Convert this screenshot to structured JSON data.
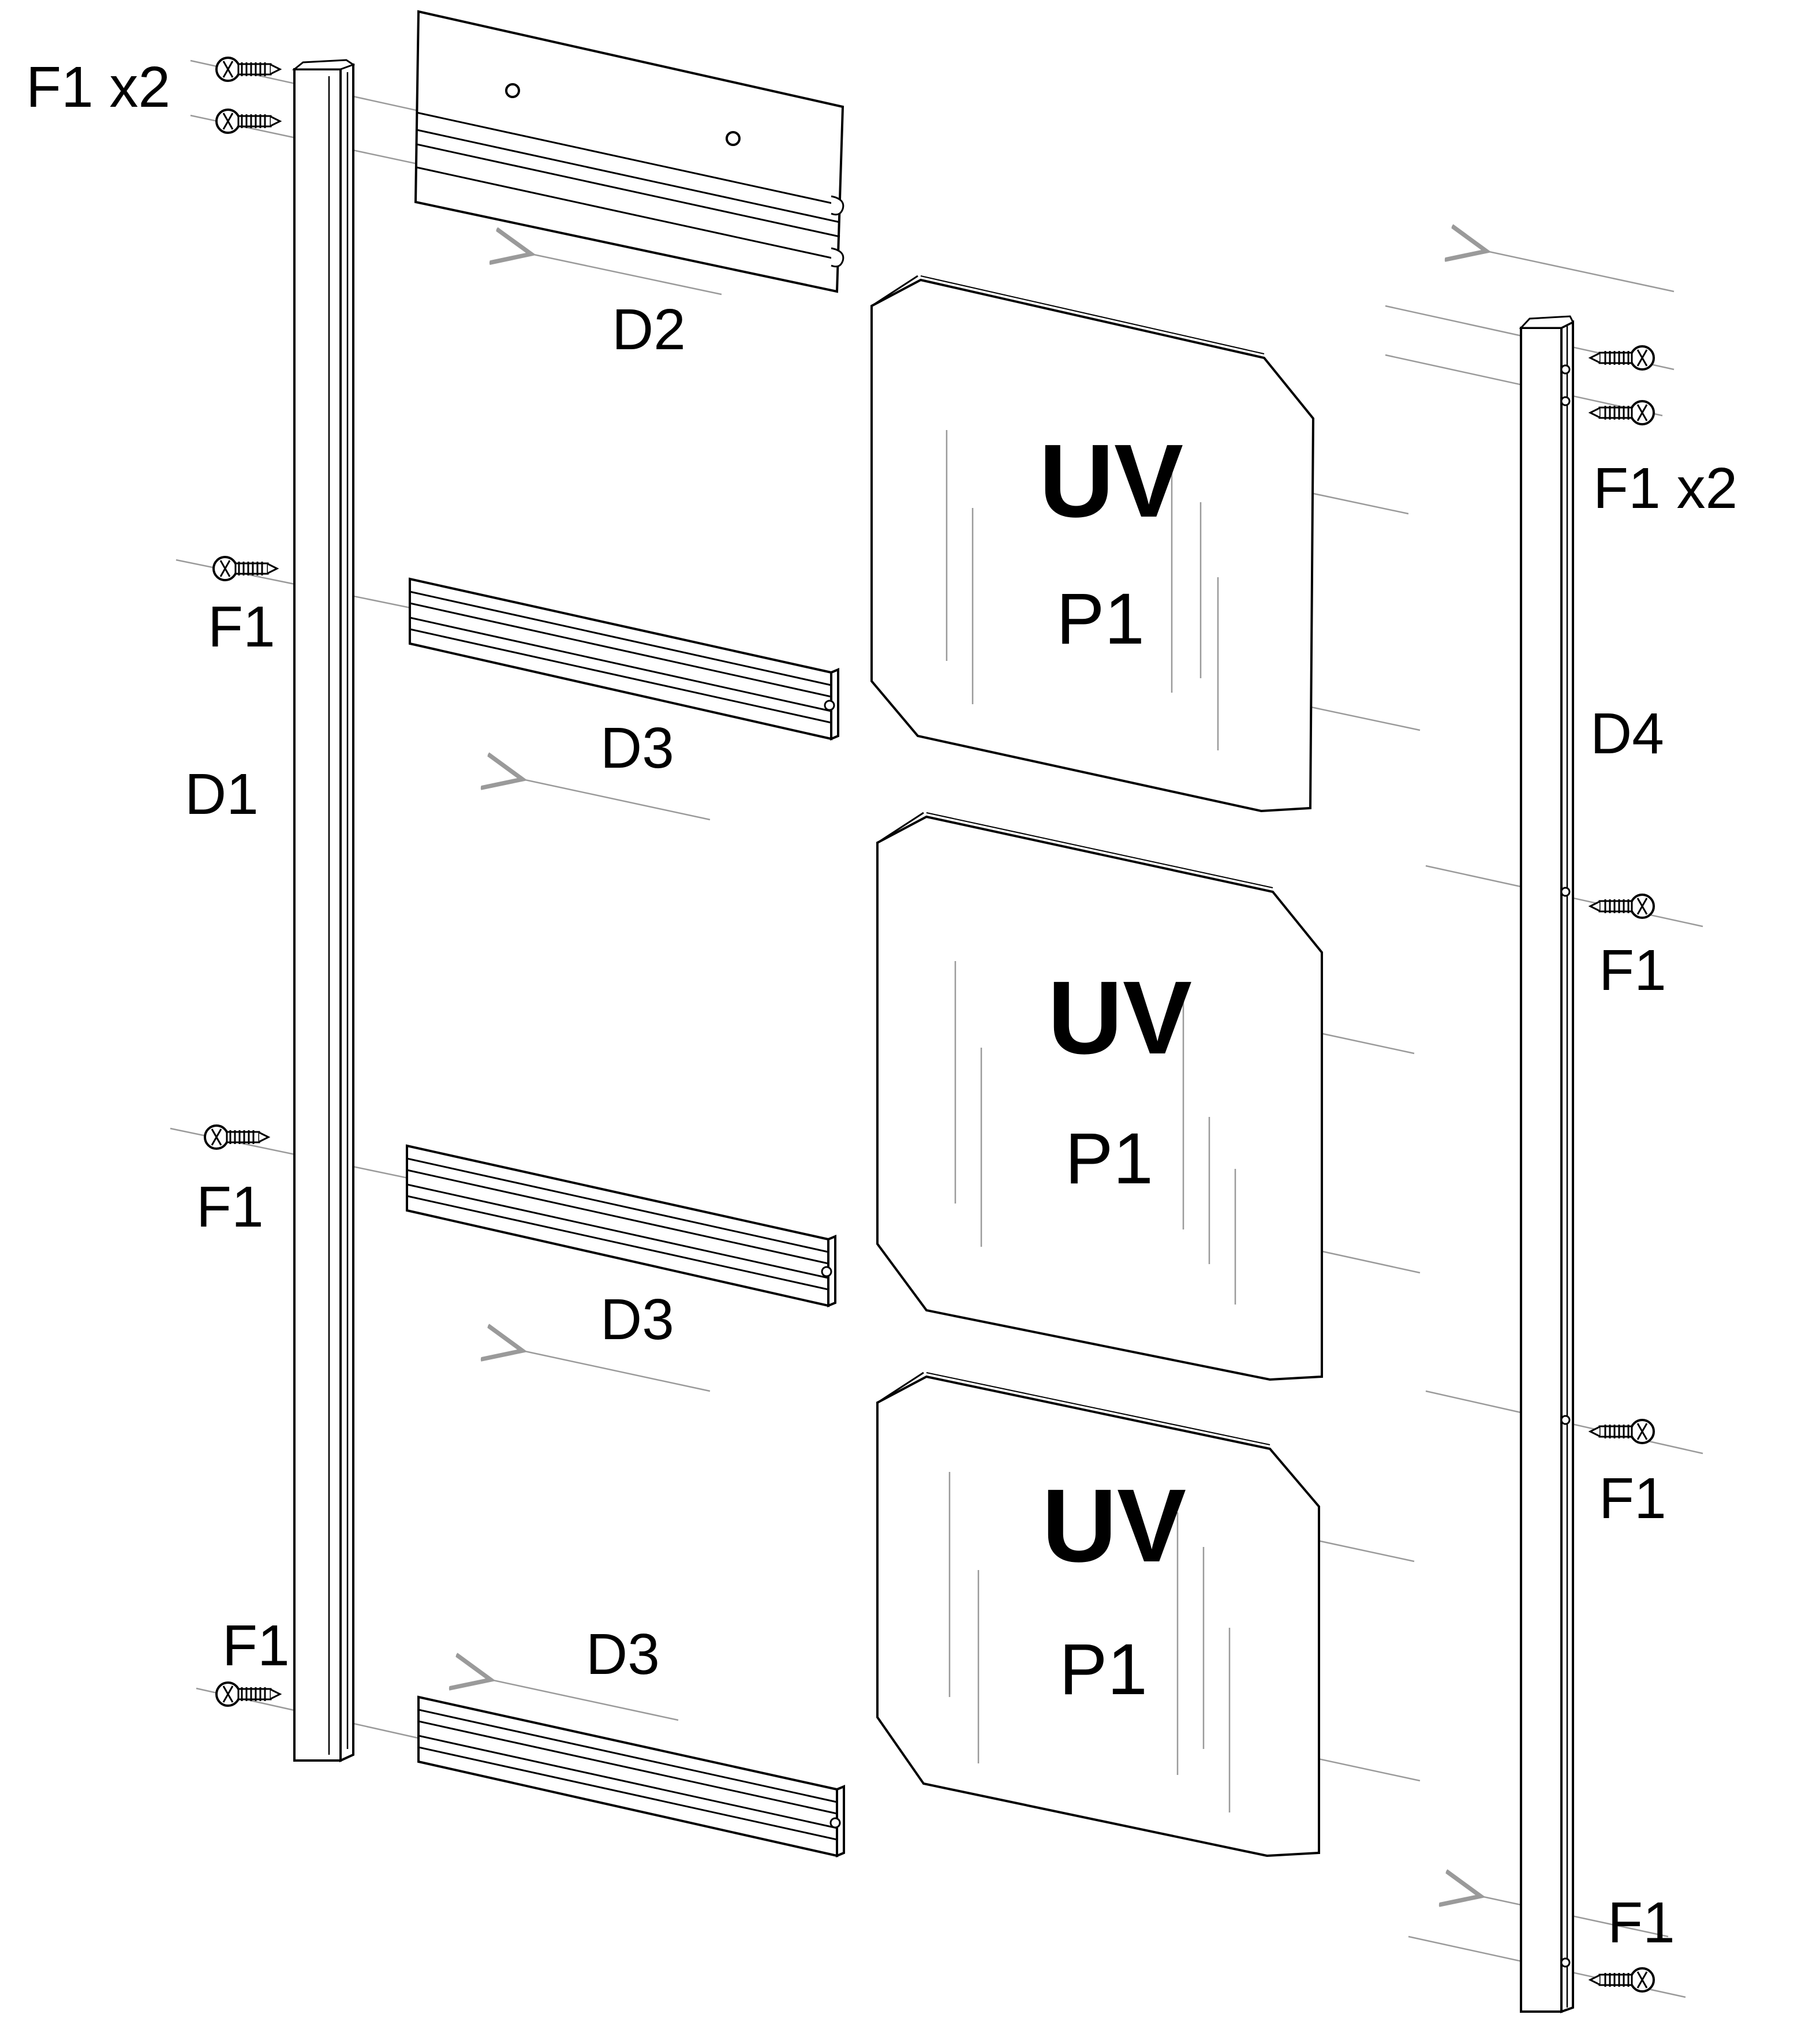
{
  "labels": {
    "f1_x2_top_left": "F1 x2",
    "f1_x2_top_right": "F1 x2",
    "f1": "F1",
    "d1": "D1",
    "d2": "D2",
    "d3": "D3",
    "d4": "D4",
    "uv": "UV",
    "p1": "P1"
  },
  "colors": {
    "line": "#000000",
    "guide": "#9a9a9a",
    "background": "#ffffff"
  },
  "icons": [
    "screw-icon",
    "arrow-icon"
  ]
}
